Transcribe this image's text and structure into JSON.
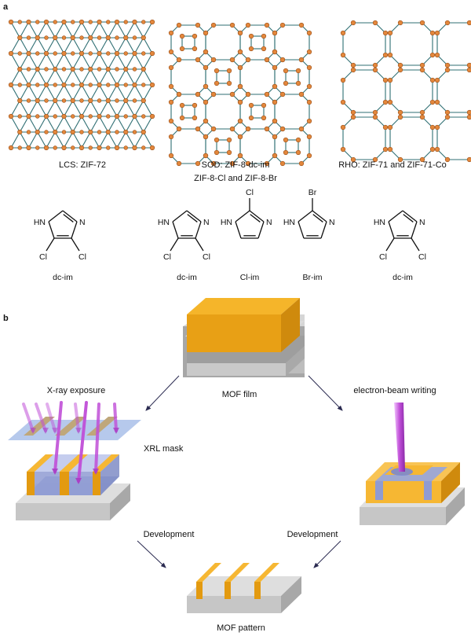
{
  "panels": {
    "a": "a",
    "b": "b"
  },
  "frameworks": [
    {
      "label": "LCS: ZIF-72"
    },
    {
      "label": "SOD: ZIF-8-dc-im",
      "sublabel": "ZIF-8-Cl and ZIF-8-Br"
    },
    {
      "label": "RHO: ZIF-71 and ZIF-71-Co"
    }
  ],
  "molecules": {
    "hn": "HN",
    "n": "N",
    "cl": "Cl",
    "br": "Br",
    "names": [
      "dc-im",
      "dc-im",
      "Cl-im",
      "Br-im",
      "dc-im"
    ]
  },
  "process": {
    "mof_film": "MOF film",
    "xray_exposure": "X-ray exposure",
    "xrl_mask": "XRL mask",
    "ebeam_writing": "electron-beam writing",
    "development_left": "Development",
    "development_right": "Development",
    "mof_pattern": "MOF pattern"
  },
  "colors": {
    "node": "#e3873c",
    "edge": "#2f6f73",
    "mof": "#f0a21a",
    "substrate": "#c8c8c8",
    "beam": "#c04fd8",
    "mask": "#9db7e6"
  }
}
